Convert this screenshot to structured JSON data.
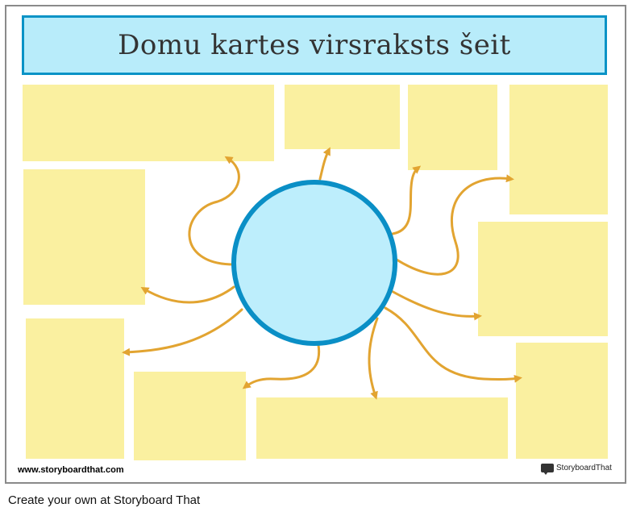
{
  "title": "Domu kartes virsraksts šeit",
  "footer": {
    "url": "www.storyboardthat.com",
    "brand": "StoryboardThat"
  },
  "credit": "Create your own at Storyboard That",
  "colors": {
    "title_bg": "#b8ecfa",
    "title_border": "#0a93c6",
    "note": "#faf0a0",
    "circle_fill": "#bdeefc",
    "circle_border": "#0a8fc6",
    "arrow": "#e2a431"
  },
  "icons": [
    "storyboardthat-logo-icon"
  ]
}
